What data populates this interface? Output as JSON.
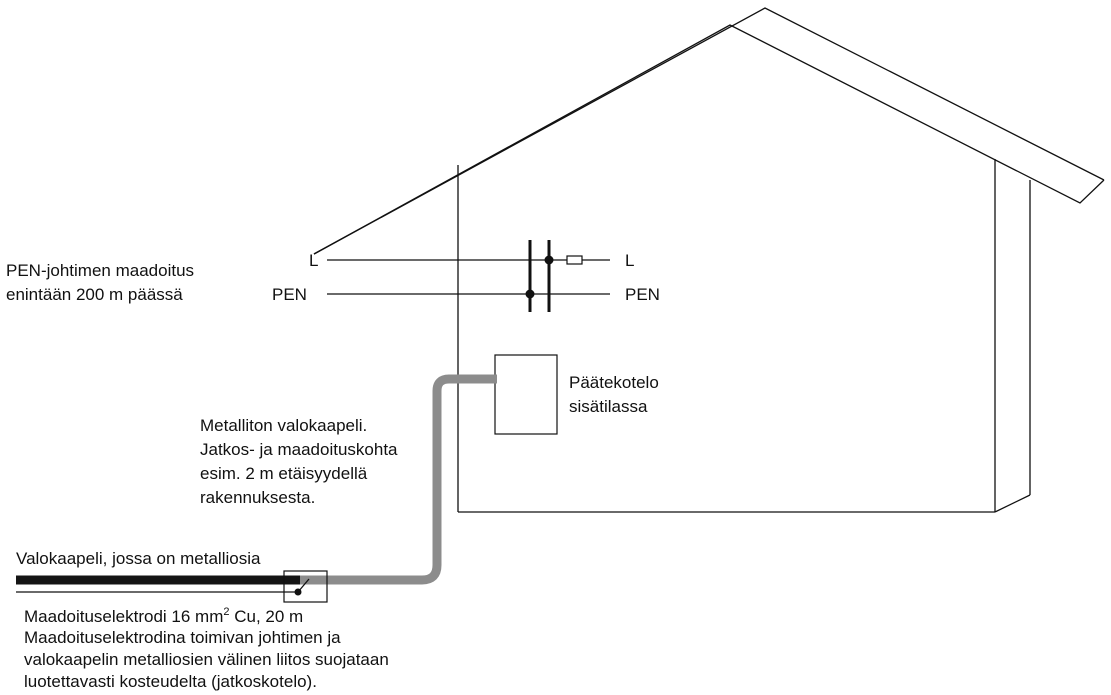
{
  "diagram": {
    "colors": {
      "line": "#111111",
      "cable_nonmetal": "#8c8c8c",
      "cable_metal": "#141414",
      "background": "#ffffff"
    },
    "pen_grounding": {
      "line1": "PEN-johtimen maadoitus",
      "line2": "enintään 200 m päässä"
    },
    "conductors": {
      "l_in": "L",
      "pen_in": "PEN",
      "l_out": "L",
      "pen_out": "PEN"
    },
    "terminal_box": {
      "line1": "Päätekotelo",
      "line2": "sisätilassa"
    },
    "nonmetal_cable_note": {
      "line1": "Metalliton valokaapeli.",
      "line2": "Jatkos- ja maadoituskohta",
      "line3": "esim. 2 m etäisyydellä",
      "line4": "rakennuksesta."
    },
    "metal_cable_label": "Valokaapeli, jossa on metalliosia",
    "electrode_note": {
      "line1_a": "Maadoituselektrodi 16 mm",
      "line1_sup": "2",
      "line1_b": " Cu, 20 m",
      "line2": "Maadoituselektrodina toimivan johtimen ja",
      "line3": "valokaapelin metalliosien välinen liitos suojataan",
      "line4": "luotettavasti kosteudelta (jatkoskotelo)."
    }
  }
}
